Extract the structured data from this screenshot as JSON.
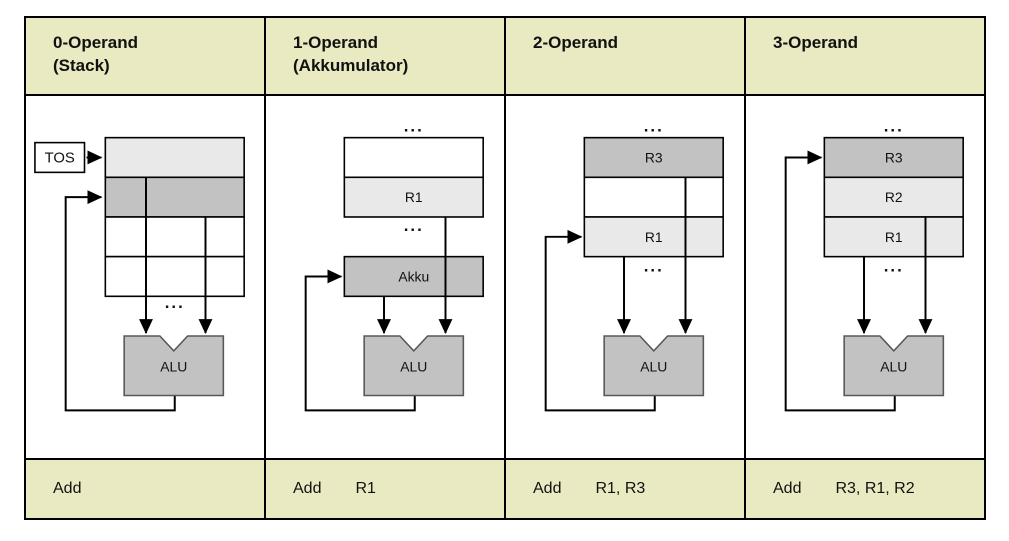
{
  "colors": {
    "band_bg": "#eaeac2",
    "cell_light": "#e9e9e9",
    "cell_mid": "#c2c2c2",
    "cell_white": "#ffffff",
    "border": "#000000"
  },
  "columns": [
    {
      "header_line1": "0-Operand",
      "header_line2": "(Stack)",
      "labels": {
        "tos": "TOS",
        "alu": "ALU",
        "dots_bottom": "..."
      },
      "cells": [
        "",
        "",
        "",
        ""
      ],
      "instruction": {
        "opcode": "Add",
        "operands": ""
      }
    },
    {
      "header_line1": "1-Operand",
      "header_line2": "(Akkumulator)",
      "labels": {
        "dots_top": "...",
        "dots_mid": "...",
        "akku": "Akku",
        "alu": "ALU"
      },
      "cells": [
        "",
        "R1"
      ],
      "instruction": {
        "opcode": "Add",
        "operands": "R1"
      }
    },
    {
      "header_line1": "2-Operand",
      "header_line2": "",
      "labels": {
        "dots_top": "...",
        "dots_mid": "...",
        "alu": "ALU"
      },
      "cells": [
        "R3",
        "",
        "R1"
      ],
      "instruction": {
        "opcode": "Add",
        "operands": "R1, R3"
      }
    },
    {
      "header_line1": "3-Operand",
      "header_line2": "",
      "labels": {
        "dots_top": "...",
        "dots_mid": "...",
        "alu": "ALU"
      },
      "cells": [
        "R3",
        "R2",
        "R1"
      ],
      "instruction": {
        "opcode": "Add",
        "operands": "R3, R1, R2"
      }
    }
  ]
}
